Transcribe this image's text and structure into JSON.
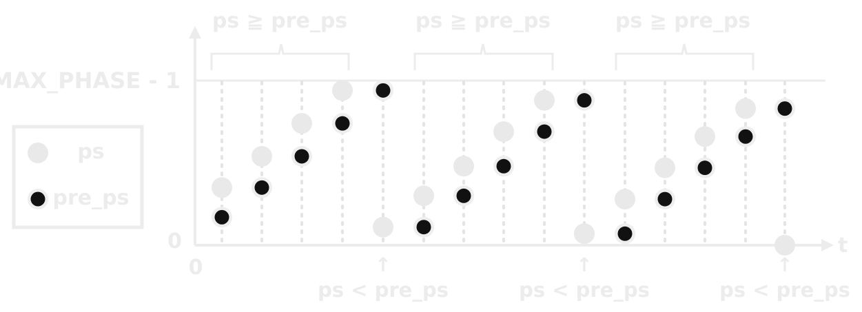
{
  "labels": {
    "ymax": "MAX_PHASE - 1",
    "yzero": "0",
    "xzero": "0",
    "xaxis": "t",
    "ge": "ps ≧ pre_ps",
    "lt": "ps < pre_ps",
    "arrow": "↑"
  },
  "legend": {
    "ps": "ps",
    "pre_ps": "pre_ps"
  },
  "colors": {
    "ps": "#e9e9e9",
    "pre_ps": "#111111",
    "axis": "#ececec",
    "guide": "#e4e4e4",
    "outline": "#eeeeee"
  },
  "chart_data": {
    "type": "scatter",
    "ylim": [
      0,
      1
    ],
    "series": [
      {
        "name": "ps",
        "values": [
          0.35,
          0.54,
          0.74,
          0.94,
          0.11,
          0.3,
          0.48,
          0.69,
          0.88,
          0.07,
          0.28,
          0.47,
          0.66,
          0.83,
          0.0
        ]
      },
      {
        "name": "pre_ps",
        "values": [
          0.17,
          0.35,
          0.54,
          0.74,
          0.94,
          0.11,
          0.3,
          0.48,
          0.69,
          0.88,
          0.07,
          0.28,
          0.47,
          0.66,
          0.83
        ]
      }
    ]
  }
}
